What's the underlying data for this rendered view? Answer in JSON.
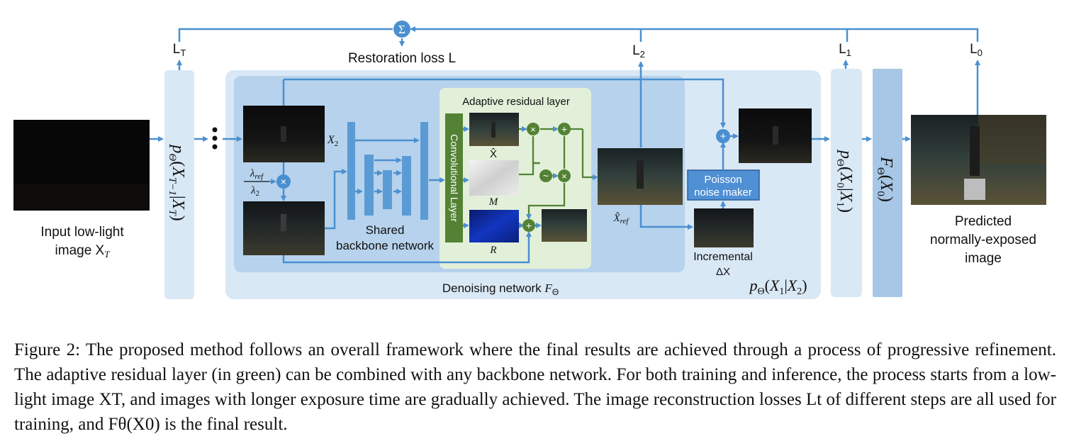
{
  "diagram": {
    "losses": {
      "sum_symbol": "Σ",
      "restoration_loss": "Restoration loss L",
      "l_t": "LT",
      "l_2": "L2",
      "l_1": "L1",
      "l_0": "L0"
    },
    "input_label_line1": "Input low-light",
    "input_label_line2": "image X",
    "input_label_sub": "T",
    "p_first": "pΘ(XT−1|XT)",
    "x2_label": "X2",
    "lambda_num": "λref",
    "lambda_den": "λ2",
    "backbone_line1": "Shared",
    "backbone_line2": "backbone network",
    "adaptive_title": "Adaptive residual layer",
    "conv_layer": "Convolutional Layer",
    "xhat_label": "X̂",
    "m_label": "M",
    "r_label": "R",
    "xref_label": "X̂ref",
    "poisson_line1": "Poisson",
    "poisson_line2": "noise maker",
    "incremental_line1": "Incremental",
    "incremental_line2": "ΔX",
    "denoising_label": "Denoising network FΘ",
    "p_x1_x2": "pΘ(X1|X2)",
    "p_x0_x1": "pΘ(X0|X1)",
    "f_x0": "FΘ(X0)",
    "output_line1": "Predicted",
    "output_line2": "normally-exposed",
    "output_line3": "image",
    "ops": {
      "times": "×",
      "plus": "+",
      "tilde": "~"
    },
    "colors": {
      "arrow": "#4a90d0",
      "panel_light": "#d9e8f5",
      "panel_mid": "#b7d2ec",
      "backbone_bar": "#5b9bd5",
      "green_panel": "#e2f0d9",
      "green_dark": "#548235",
      "poisson_box": "#4f8fd4"
    }
  },
  "caption": "Figure 2: The proposed method follows an overall framework where the final results are achieved through a process of progressive refinement. The adaptive residual layer (in green) can be combined with any backbone network. For both training and inference, the process starts from a low-light image XT, and images with longer exposure time are gradually achieved. The image reconstruction losses Lt of different steps are all used for training, and Fθ(X0) is the final result."
}
